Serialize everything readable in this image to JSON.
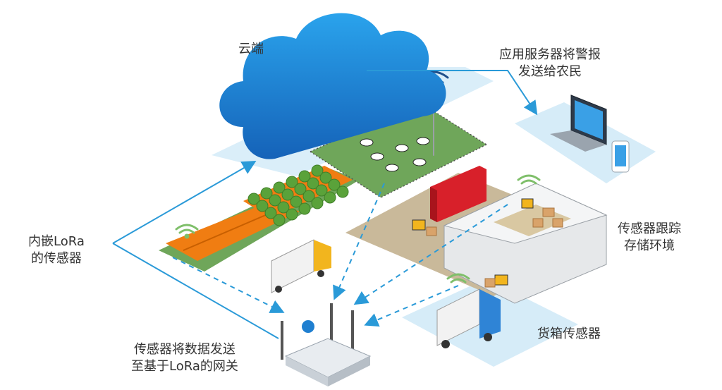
{
  "labels": {
    "cloud": "云端",
    "app_server": [
      "应用服务器将警报",
      "发送给农民"
    ],
    "embedded_sensor": [
      "内嵌LoRa",
      "的传感器"
    ],
    "storage_sensor": [
      "传感器跟踪",
      "存储环境"
    ],
    "cargo_sensor": "货箱传感器",
    "gateway": [
      "传感器将数据发送",
      "至基于LoRa的网关"
    ]
  },
  "colors": {
    "cloud": "#1f7fd0",
    "link_line": "#2a9ad8",
    "platform": "#d6ecf8",
    "grass": "#6fa65a",
    "orange_field": "#f07d12",
    "tree_green": "#5aa23a",
    "yard": "#c9b99a",
    "container_red": "#d8202a",
    "truck_white": "#f2f2f2",
    "truck_cab_yellow": "#f2b51e",
    "truck_cab_blue": "#2f84d6",
    "wifi_green": "#7fbf6a",
    "gateway_body": "#e8ecf0"
  },
  "icons": [
    "cloud-icon",
    "wifi-signal-icon",
    "laptop-icon",
    "phone-icon",
    "truck-icon",
    "gateway-router-icon",
    "cow-icon",
    "forklift-icon",
    "warehouse-icon",
    "container-icon"
  ]
}
